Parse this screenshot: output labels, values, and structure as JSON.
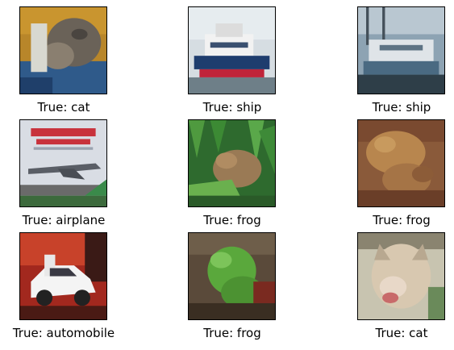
{
  "grid": {
    "items": [
      {
        "caption": "True: cat",
        "subject": "cat"
      },
      {
        "caption": "True: ship",
        "subject": "ship"
      },
      {
        "caption": "True: ship",
        "subject": "ship"
      },
      {
        "caption": "True: airplane",
        "subject": "airplane"
      },
      {
        "caption": "True: frog",
        "subject": "frog"
      },
      {
        "caption": "True: frog",
        "subject": "frog"
      },
      {
        "caption": "True: automobile",
        "subject": "automobile"
      },
      {
        "caption": "True: frog",
        "subject": "frog"
      },
      {
        "caption": "True: cat",
        "subject": "cat"
      }
    ]
  }
}
